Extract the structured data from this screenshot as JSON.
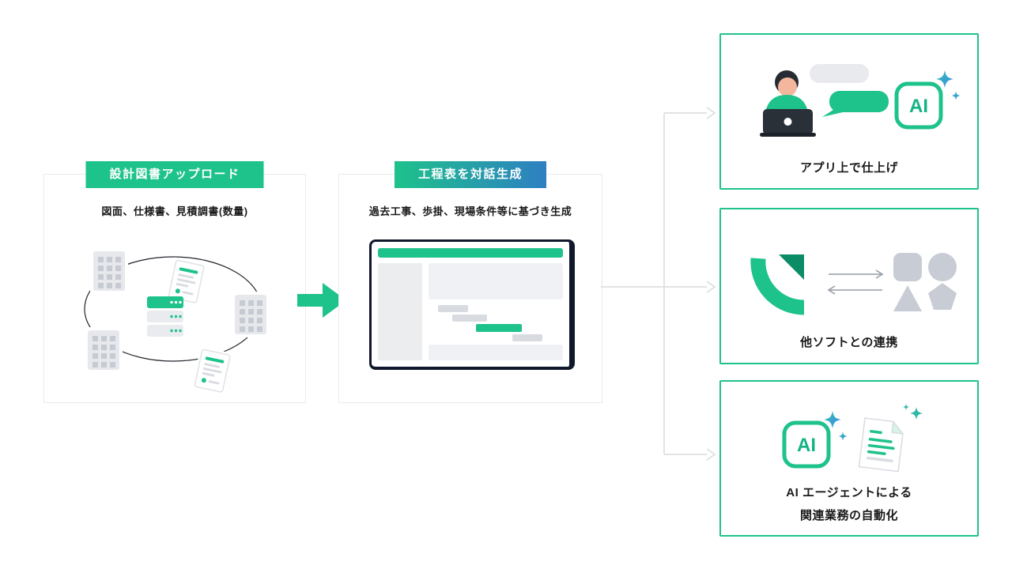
{
  "colors": {
    "accent_green": "#1EC28B",
    "gradient_blue": "#2E7FC2",
    "panel_border": "#EAEAEA",
    "connector_gray": "#DADADA",
    "shape_gray": "#C8CCD4",
    "dark_navy": "#10182B"
  },
  "left_panel": {
    "title": "設計図書アップロード",
    "subtitle": "図面、仕様書、見積調書(数量)"
  },
  "middle_panel": {
    "title": "工程表を対話生成",
    "subtitle": "過去工事、歩掛、現場条件等に基づき生成"
  },
  "right_panels": {
    "finish_in_app": {
      "label": "アプリ上で仕上げ"
    },
    "integration": {
      "label": "他ソフトとの連携"
    },
    "automation": {
      "label_line1": "AI エージェントによる",
      "label_line2": "関連業務の自動化"
    }
  },
  "icons": {
    "ai_badge_text": "AI",
    "flow_arrow": "right-arrow",
    "sparkle": "four-point-star"
  }
}
